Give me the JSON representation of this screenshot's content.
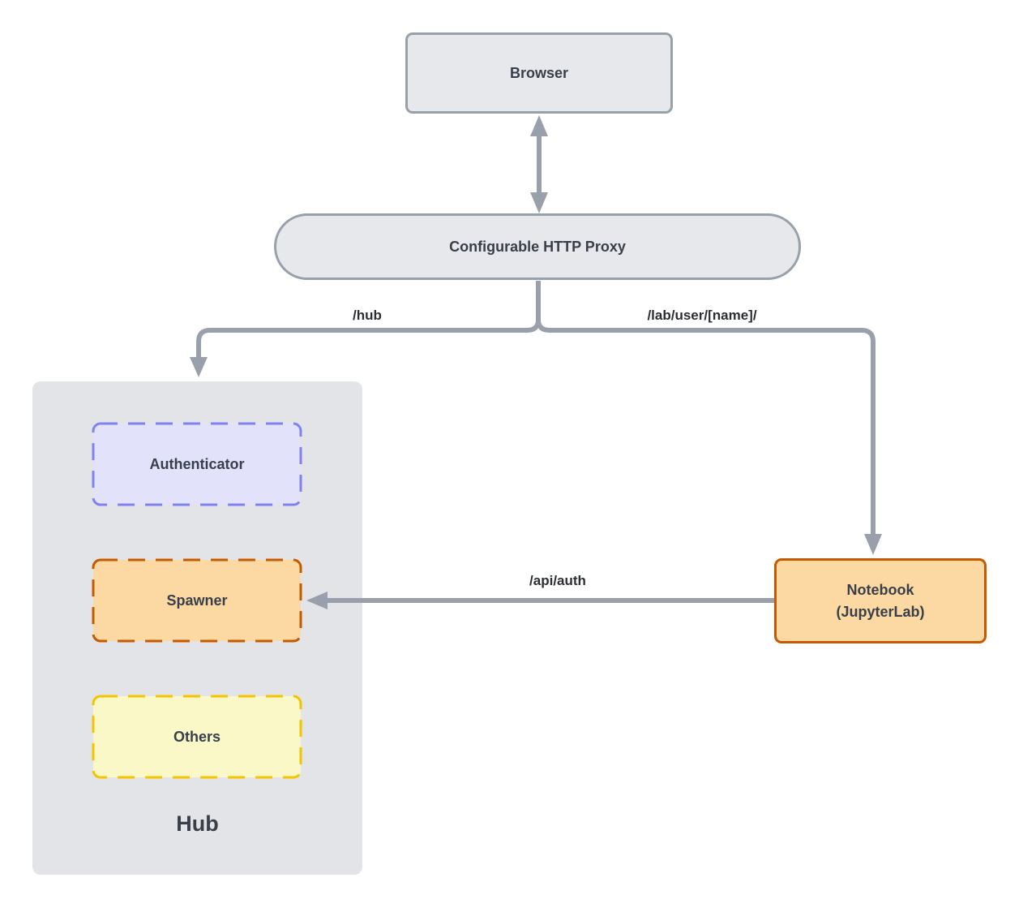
{
  "nodes": {
    "browser": {
      "label": "Browser"
    },
    "proxy": {
      "label": "Configurable HTTP Proxy"
    },
    "hub": {
      "label": "Hub"
    },
    "authenticator": {
      "label": "Authenticator"
    },
    "spawner": {
      "label": "Spawner"
    },
    "others": {
      "label": "Others"
    },
    "notebook": {
      "line1": "Notebook",
      "line2": "(JupyterLab)"
    }
  },
  "edges": {
    "proxy_hub": {
      "label": "/hub"
    },
    "proxy_notebook": {
      "label": "/lab/user/[name]/"
    },
    "notebook_spawner": {
      "label": "/api/auth"
    }
  },
  "colors": {
    "arrow": "#9aa0ab",
    "box_fill": "#e6e8ec",
    "box_border": "#98a0aa",
    "hub_fill": "#e2e4e8",
    "authenticator_fill": "#e2e2fa",
    "authenticator_border": "#8181f0",
    "orange_fill": "#fcd9a2",
    "orange_border": "#c55a00",
    "yellow_fill": "#fbf8c8",
    "yellow_border": "#f5c400",
    "label": "#383f4a",
    "edge_label": "#2b2e33"
  }
}
